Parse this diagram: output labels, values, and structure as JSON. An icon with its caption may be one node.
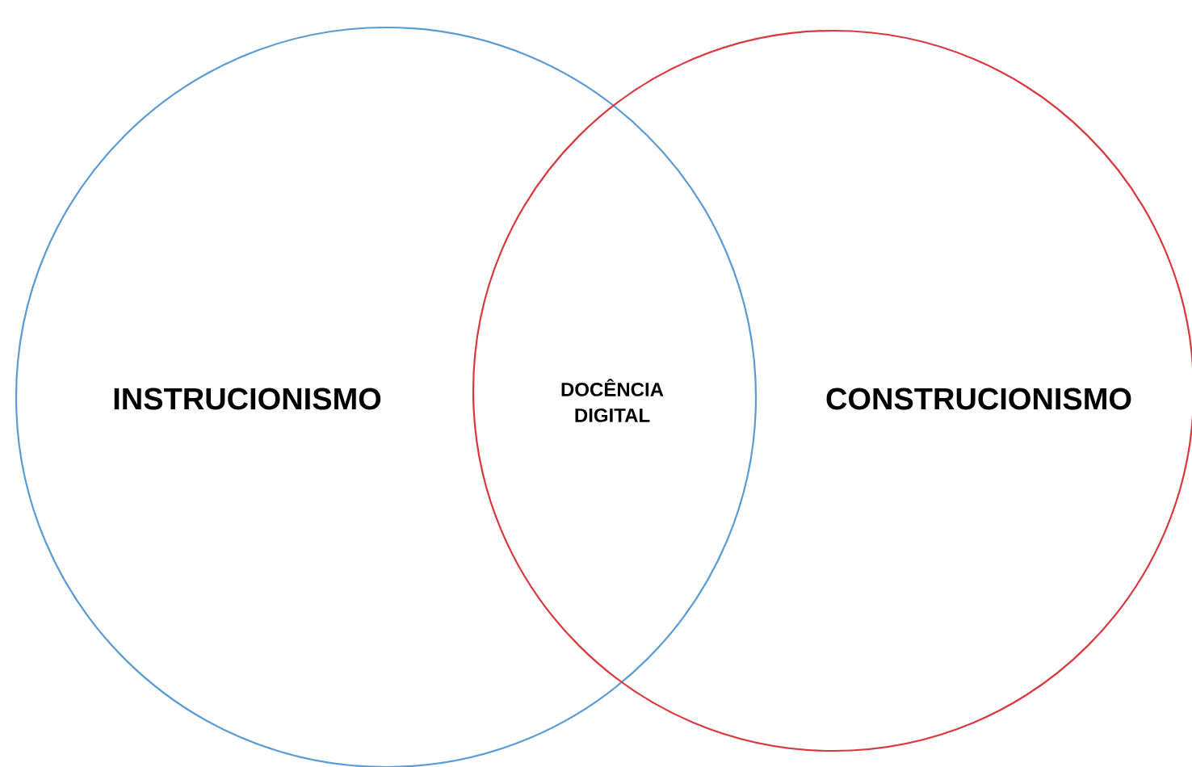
{
  "diagram": {
    "nodes": [
      {
        "text": [
          "INSTRUCIONISMO"
        ]
      },
      {
        "text": [
          "CONSTRUCIONISMO"
        ]
      }
    ],
    "labels": [
      "DOCÊNCIA DIGITAL"
    ]
  }
}
